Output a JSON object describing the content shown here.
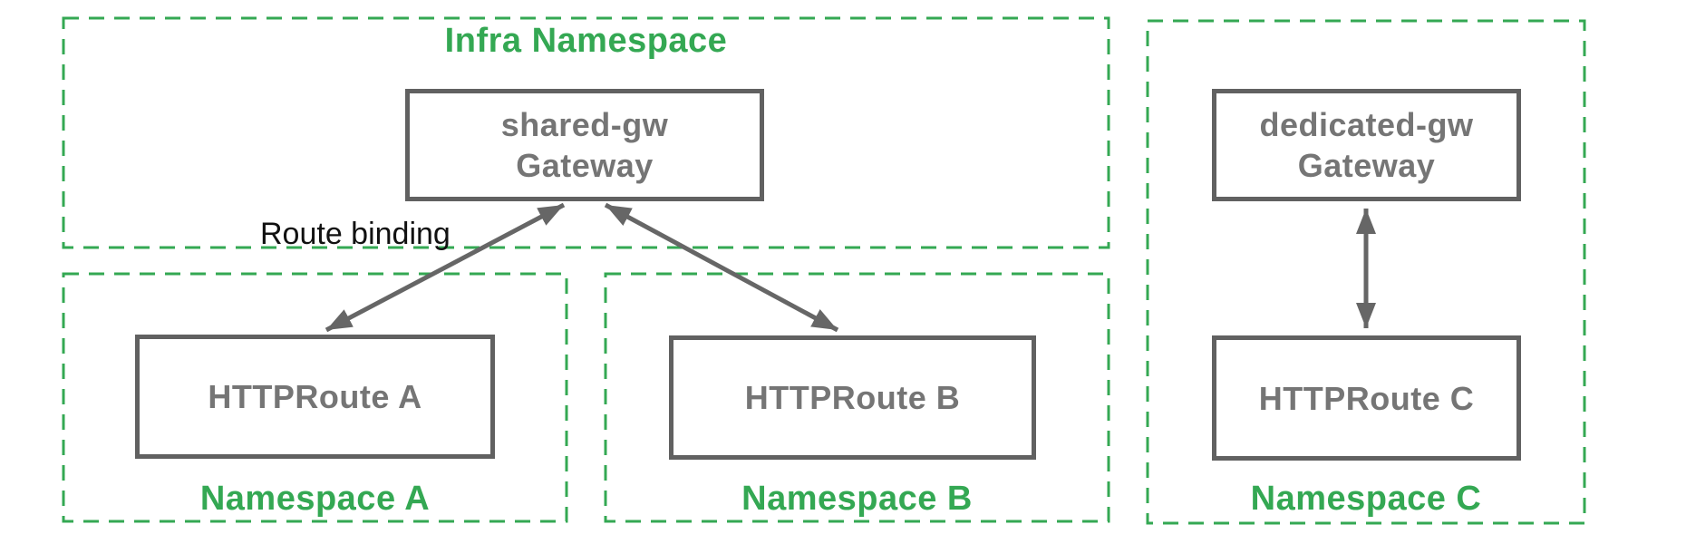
{
  "infra_namespace": {
    "label": "Infra Namespace",
    "gateway": {
      "name": "shared-gw",
      "kind": "Gateway"
    }
  },
  "namespace_a": {
    "label": "Namespace A",
    "route_label": "HTTPRoute A"
  },
  "namespace_b": {
    "label": "Namespace B",
    "route_label": "HTTPRoute B"
  },
  "namespace_c": {
    "label": "Namespace C",
    "gateway": {
      "name": "dedicated-gw",
      "kind": "Gateway"
    },
    "route_label": "HTTPRoute C"
  },
  "annotations": {
    "route_binding_label": "Route binding"
  },
  "colors": {
    "namespace_green": "#34A853",
    "node_border_gray": "#616161",
    "node_text_gray": "#757575",
    "arrow_gray": "#666666",
    "annotation_text": "#111111",
    "background": "#FFFFFF"
  }
}
